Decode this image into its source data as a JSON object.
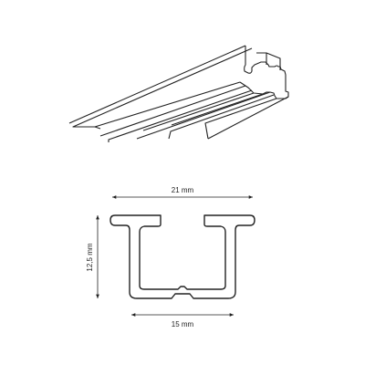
{
  "dimensions": {
    "top_width": "21 mm",
    "height": "12,5 mm",
    "bottom_width": "15 mm"
  },
  "colors": {
    "line": "#222222",
    "background": "#ffffff"
  }
}
